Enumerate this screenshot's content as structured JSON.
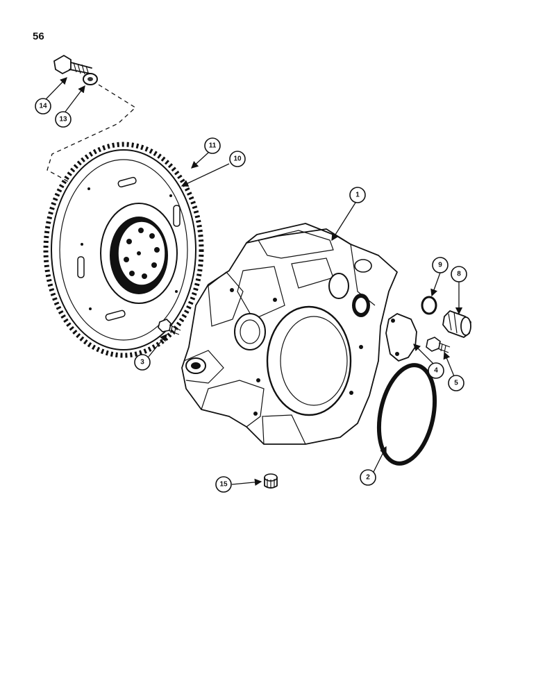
{
  "page_number": "56",
  "callouts": {
    "c1": "1",
    "c2": "2",
    "c3": "3",
    "c4": "4",
    "c5": "5",
    "c8": "8",
    "c9": "9",
    "c10": "10",
    "c11": "11",
    "c13": "13",
    "c14": "14",
    "c15": "15"
  }
}
